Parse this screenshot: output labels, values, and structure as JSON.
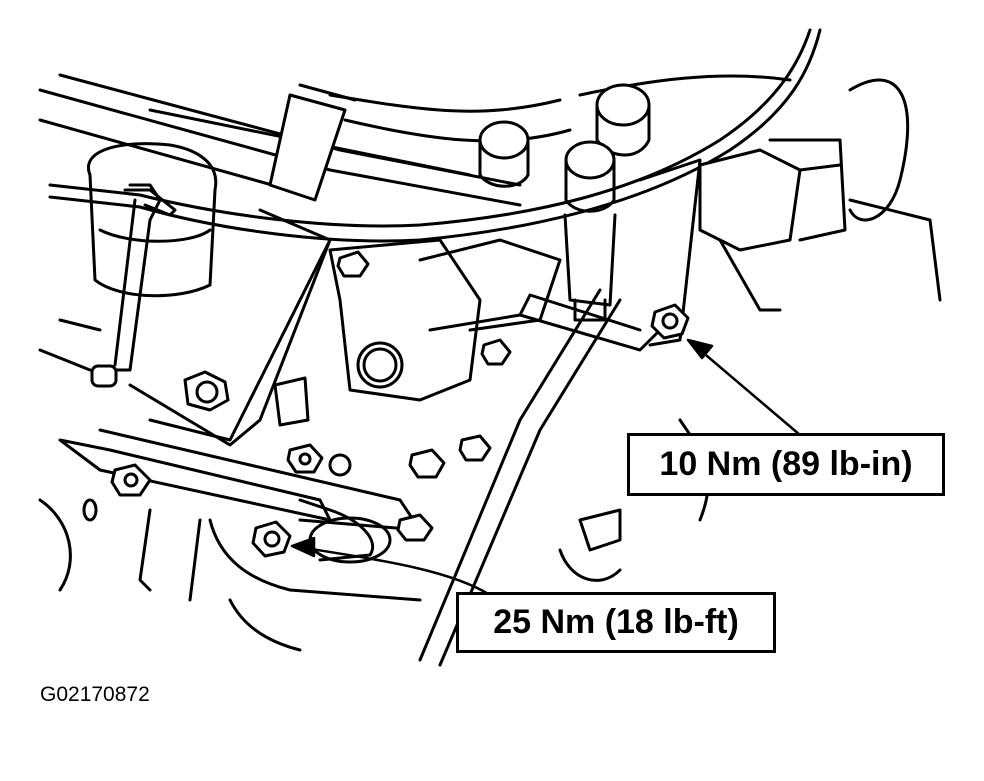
{
  "callouts": {
    "upper_torque": "10 Nm (89 lb-in)",
    "lower_torque": "25 Nm (18 lb-ft)"
  },
  "figure_id": "G02170872",
  "colors": {
    "line": "#000000",
    "background": "#ffffff"
  }
}
